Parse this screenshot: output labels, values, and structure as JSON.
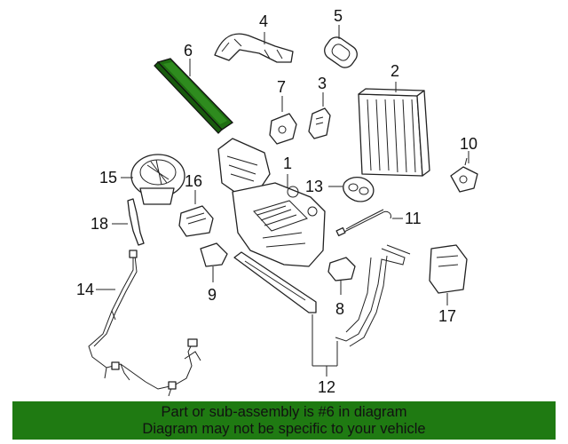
{
  "callouts": {
    "c1": "1",
    "c2": "2",
    "c3": "3",
    "c4": "4",
    "c5": "5",
    "c6": "6",
    "c7": "7",
    "c8": "8",
    "c9": "9",
    "c10": "10",
    "c11": "11",
    "c12": "12",
    "c13": "13",
    "c14": "14",
    "c15": "15",
    "c16": "16",
    "c17": "17",
    "c18": "18"
  },
  "highlight_part": "6",
  "colors": {
    "highlight": "#2e8b1e",
    "banner": "#1f7a12"
  },
  "banner": {
    "line1": "Part or sub-assembly is #6 in diagram",
    "line2": "Diagram may not be specific to your vehicle"
  }
}
